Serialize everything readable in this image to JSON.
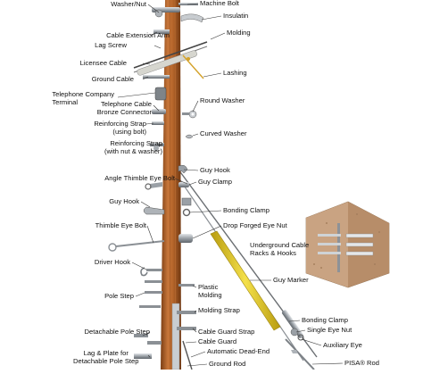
{
  "diagram": {
    "left_labels": [
      "Washer/Nut",
      "Cable Extension Arm",
      "Lag Screw",
      "Licensee Cable",
      "Ground Cable",
      "Telephone Company\nTerminal",
      "Telephone Cable\nBronze Connector",
      "Reinforcing Strap\n(using bolt)",
      "Reinforcing Strap\n(with nut & washer)",
      "Angle Thimble Eye Bolt",
      "Guy Hook",
      "Thimble Eye Bolt",
      "Driver Hook",
      "Pole Step",
      "Detachable Pole Step",
      "Lag & Plate for\nDetachable Pole Step"
    ],
    "right_labels": [
      "Machine Bolt",
      "Insulatin",
      "Molding",
      "Lashing",
      "Round Washer",
      "Curved Washer",
      "Guy Hook",
      "Guy Clamp",
      "Bonding Clamp",
      "Drop Forged Eye Nut",
      "Underground Cable\nRacks & Hooks",
      "Guy Marker",
      "Plastic\nMolding",
      "Molding Strap",
      "Cable Guard Strap",
      "Cable Guard",
      "Automatic Dead-End",
      "Ground Rod",
      "Bonding Clamp",
      "Single Eye Nut",
      "Auxiliary Eye",
      "PISA® Rod"
    ]
  },
  "colors": {
    "pole": "#b5652a",
    "pole_dark": "#7a3d14",
    "metal": "#9aa0a6",
    "guy_marker": "#e8d23a",
    "vault": "#c9a88a",
    "leader": "#333333"
  }
}
